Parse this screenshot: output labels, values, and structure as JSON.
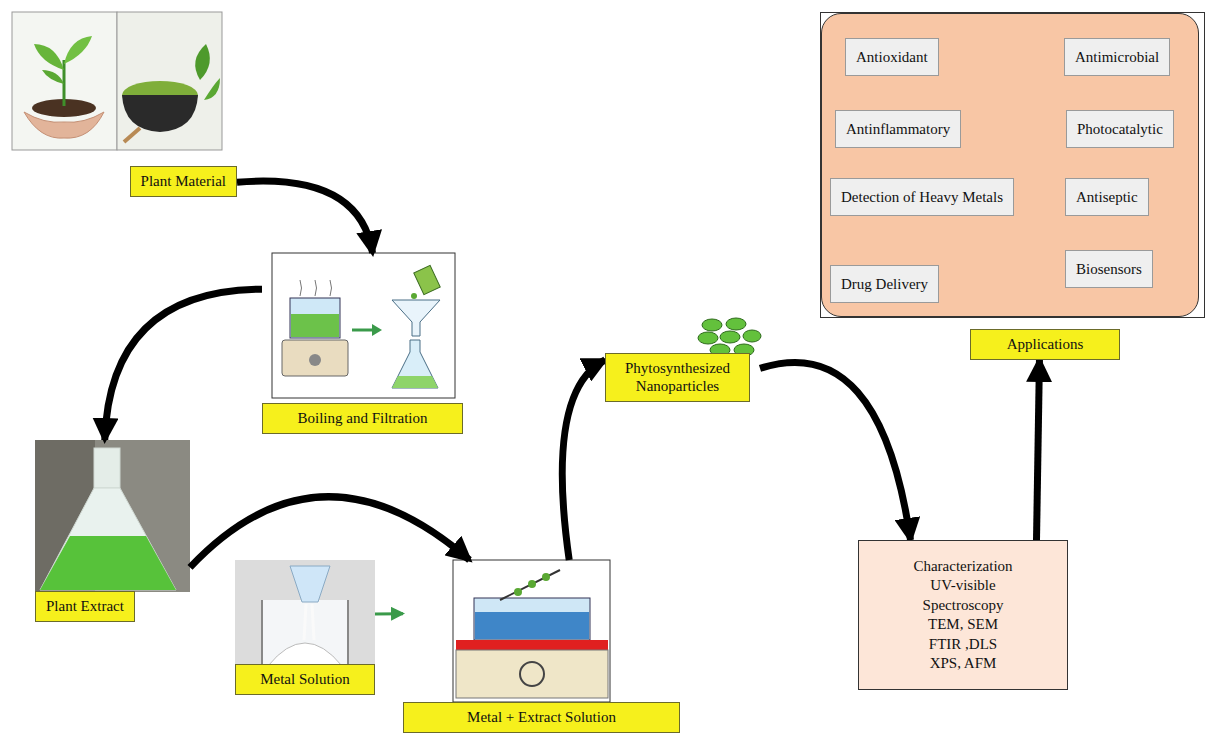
{
  "diagram": {
    "nodes": [
      {
        "text": [
          "Plant Material"
        ]
      },
      {
        "text": [
          "Boiling and Filtration"
        ]
      },
      {
        "text": [
          "Plant Extract"
        ]
      },
      {
        "text": [
          "Metal Solution"
        ]
      },
      {
        "text": [
          "Metal + Extract Solution"
        ]
      },
      {
        "text": [
          "Phytosynthesized Nanoparticles"
        ]
      },
      {
        "text": [
          "Characterization",
          "UV-visible Spectroscopy",
          "TEM, SEM",
          "FTIR ,DLS",
          "XPS, AFM"
        ]
      },
      {
        "text": [
          "Applications"
        ]
      },
      {
        "text": [
          "Antioxidant"
        ],
        "in": 7
      },
      {
        "text": [
          "Antimicrobial"
        ],
        "in": 7
      },
      {
        "text": [
          "Antinflammatory"
        ],
        "in": 7
      },
      {
        "text": [
          "Photocatalytic"
        ],
        "in": 7
      },
      {
        "text": [
          "Detection of Heavy Metals"
        ],
        "in": 7
      },
      {
        "text": [
          "Antiseptic"
        ],
        "in": 7
      },
      {
        "text": [
          "Drug Delivery"
        ],
        "in": 7
      },
      {
        "text": [
          "Biosensors"
        ],
        "in": 7
      }
    ],
    "edges": [
      {
        "from": 0,
        "to": 1,
        "arrow": "to"
      },
      {
        "from": 1,
        "to": 2,
        "arrow": "to"
      },
      {
        "from": 2,
        "to": 4,
        "arrow": "to"
      },
      {
        "from": 3,
        "to": 4,
        "arrow": "to"
      },
      {
        "from": 4,
        "to": 5,
        "arrow": "to"
      },
      {
        "from": 5,
        "to": 6,
        "arrow": "to"
      },
      {
        "from": 6,
        "to": 7,
        "arrow": "to"
      }
    ]
  }
}
